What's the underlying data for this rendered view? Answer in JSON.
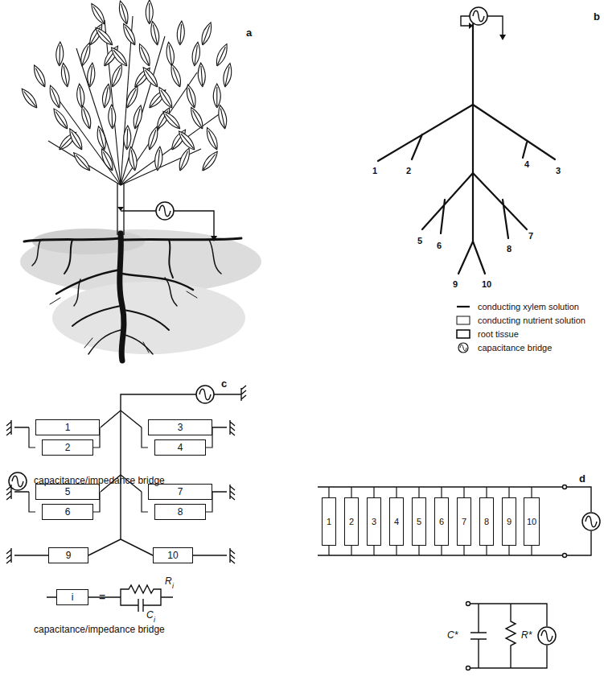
{
  "diagram": {
    "nodes": [
      {
        "text": [
          "1"
        ]
      },
      {
        "text": [
          "2"
        ]
      },
      {
        "text": [
          "3"
        ]
      },
      {
        "text": [
          "4"
        ]
      },
      {
        "text": [
          "5"
        ]
      },
      {
        "text": [
          "6"
        ]
      },
      {
        "text": [
          "7"
        ]
      },
      {
        "text": [
          "8"
        ]
      },
      {
        "text": [
          "9"
        ]
      },
      {
        "text": [
          "10"
        ]
      },
      {
        "text": [
          "i"
        ]
      },
      {
        "text": [
          "1"
        ]
      },
      {
        "text": [
          "2"
        ]
      },
      {
        "text": [
          "3"
        ]
      },
      {
        "text": [
          "4"
        ]
      },
      {
        "text": [
          "5"
        ]
      },
      {
        "text": [
          "6"
        ]
      },
      {
        "text": [
          "7"
        ]
      },
      {
        "text": [
          "8"
        ]
      },
      {
        "text": [
          "9"
        ]
      },
      {
        "text": [
          "10"
        ]
      }
    ],
    "labels": [
      "a",
      "capacitance/impedance bridge",
      "b",
      "1",
      "2",
      "4",
      "3",
      "5",
      "6",
      "7",
      "8",
      "9",
      "10",
      "c",
      "=",
      "R",
      "i",
      "C",
      "i",
      "capacitance/impedance bridge",
      "d",
      "C*",
      "R*"
    ],
    "legend": [
      {
        "text": "conducting xylem solution"
      },
      {
        "text": "conducting nutrient solution"
      },
      {
        "text": "root tissue"
      },
      {
        "text": "capacitance bridge"
      }
    ]
  }
}
